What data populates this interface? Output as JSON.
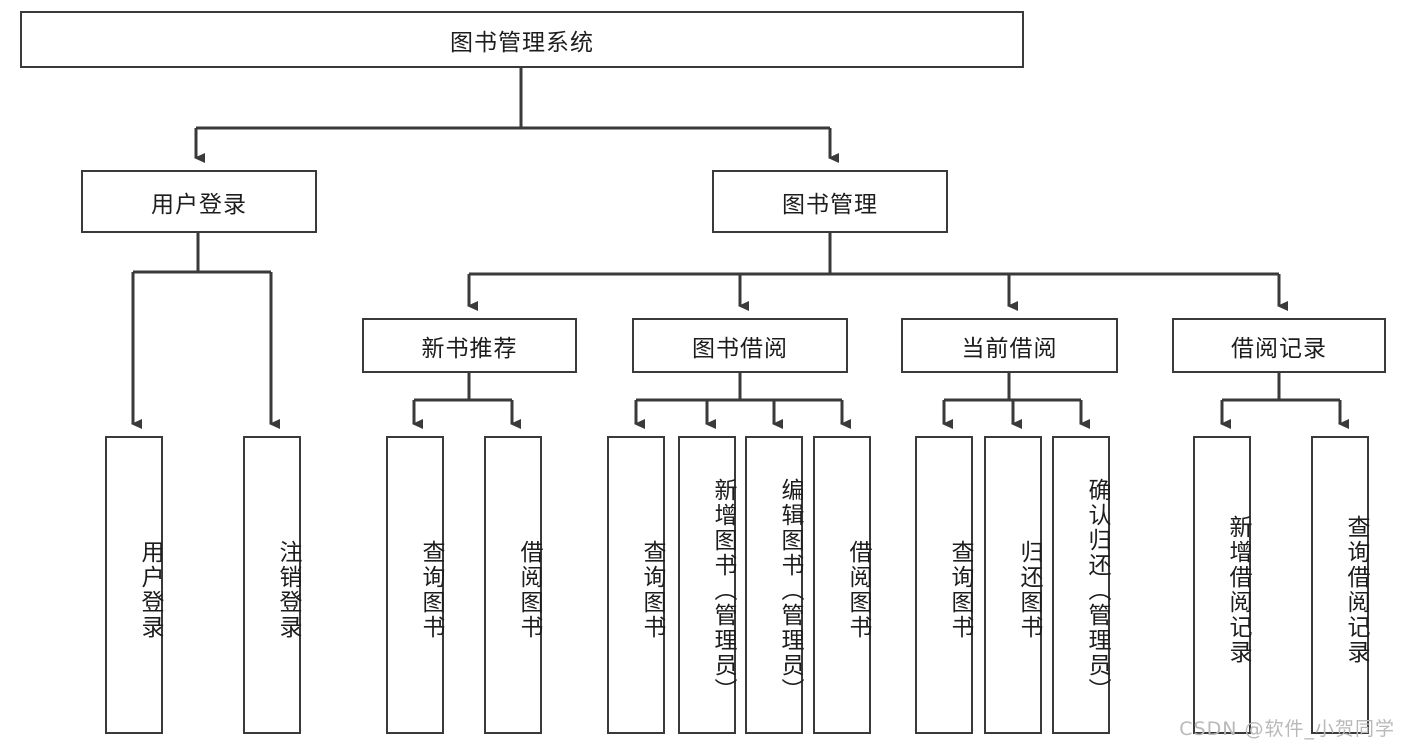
{
  "diagram": {
    "title_node": {
      "label": "图书管理系统"
    },
    "level2": [
      {
        "id": "user-login",
        "label": "用户登录"
      },
      {
        "id": "book-management",
        "label": "图书管理"
      }
    ],
    "level3": [
      {
        "id": "new-book-recommend",
        "label": "新书推荐"
      },
      {
        "id": "book-borrow",
        "label": "图书借阅"
      },
      {
        "id": "current-borrow",
        "label": "当前借阅"
      },
      {
        "id": "borrow-record",
        "label": "借阅记录"
      }
    ],
    "leaves": [
      {
        "id": "leaf-user-login",
        "label": "用户登录"
      },
      {
        "id": "leaf-logout-login",
        "label": "注销登录"
      },
      {
        "id": "leaf-query-book-1",
        "label": "查询图书"
      },
      {
        "id": "leaf-borrow-book-1",
        "label": "借阅图书"
      },
      {
        "id": "leaf-query-book-2",
        "label": "查询图书"
      },
      {
        "id": "leaf-add-book",
        "label": "新增图书（管理员）"
      },
      {
        "id": "leaf-edit-book",
        "label": "编辑图书（管理员）"
      },
      {
        "id": "leaf-borrow-book-2",
        "label": "借阅图书"
      },
      {
        "id": "leaf-query-book-3",
        "label": "查询图书"
      },
      {
        "id": "leaf-return-book",
        "label": "归还图书"
      },
      {
        "id": "leaf-confirm-return",
        "label": "确认归还（管理员）"
      },
      {
        "id": "leaf-add-borrow-record",
        "label": "新增借阅记录"
      },
      {
        "id": "leaf-query-borrow-record",
        "label": "查询借阅记录"
      }
    ]
  },
  "watermark": {
    "text": "CSDN @软件_小贺同学"
  },
  "colors": {
    "stroke": "#3a3a3a",
    "text": "#1d1d1d",
    "background": "#ffffff",
    "watermark": "#b9b9b9"
  }
}
